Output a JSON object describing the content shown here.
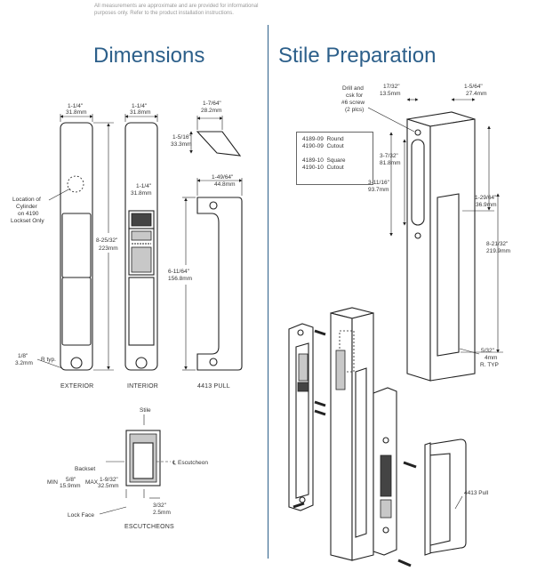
{
  "disclaimer": "All measurements are approximate and are provided for informational purposes only. Refer to the product installation instructions.",
  "headings": {
    "dimensions": "Dimensions",
    "stile_preparation": "Stile Preparation"
  },
  "dimensions": {
    "exterior_width": [
      "1-1/4\"",
      "31.8mm"
    ],
    "interior_width": [
      "1-1/4\"",
      "31.8mm"
    ],
    "height": [
      "8-25/32\"",
      "223mm"
    ],
    "cylinder_note": [
      "Location of",
      "Cylinder",
      "on 4190",
      "Lockset Only"
    ],
    "radius": [
      "1/8\"",
      "3.2mm"
    ],
    "radius_suffix": "R typ.",
    "side_top": [
      "1-7/64\"",
      "28.2mm"
    ],
    "side_depth": [
      "1-5/16\"",
      "33.3mm"
    ],
    "pull_width": [
      "1-49/64\"",
      "44.8mm"
    ],
    "pull_height": [
      "6-11/64\"",
      "156.8mm"
    ],
    "labels": {
      "exterior": "EXTERIOR",
      "interior": "INTERIOR",
      "pull": "4413 PULL"
    }
  },
  "escutcheon": {
    "stile": "Stile",
    "escutcheon_label": "℄ Escutcheon",
    "backset": "Backset",
    "min_label": "MIN",
    "min_value": [
      "5/8\"",
      "15.9mm"
    ],
    "max_label": "MAX",
    "max_value": [
      "1-9/32\"",
      "32.5mm"
    ],
    "gap": [
      "3/32\"",
      "2.5mm"
    ],
    "lock_face": "Lock Face",
    "caption": "ESCUTCHEONS"
  },
  "stile": {
    "drill_note": [
      "Drill and",
      "csk for",
      "#6 screw",
      "(2 plcs)"
    ],
    "top_offset": [
      "17/32\"",
      "13.5mm"
    ],
    "stile_depth": [
      "1-5/64\"",
      "27.4mm"
    ],
    "cutout_height": [
      "3-7/32\"",
      "81.8mm"
    ],
    "screw_span": [
      "3-11/16\"",
      "93.7mm"
    ],
    "offset": [
      "1-29/64\"",
      "36.9mm"
    ],
    "slot_height": [
      "8-21/32\"",
      "219.9mm"
    ],
    "radius": [
      "5/32\"",
      "4mm",
      "R. TYP"
    ],
    "cutout_table": [
      [
        "4189-09",
        "Round"
      ],
      [
        "4190-09",
        "Cutout"
      ],
      [
        "4189-10",
        "Square"
      ],
      [
        "4190-10",
        "Cutout"
      ]
    ],
    "pull_label": "4413 Pull"
  }
}
